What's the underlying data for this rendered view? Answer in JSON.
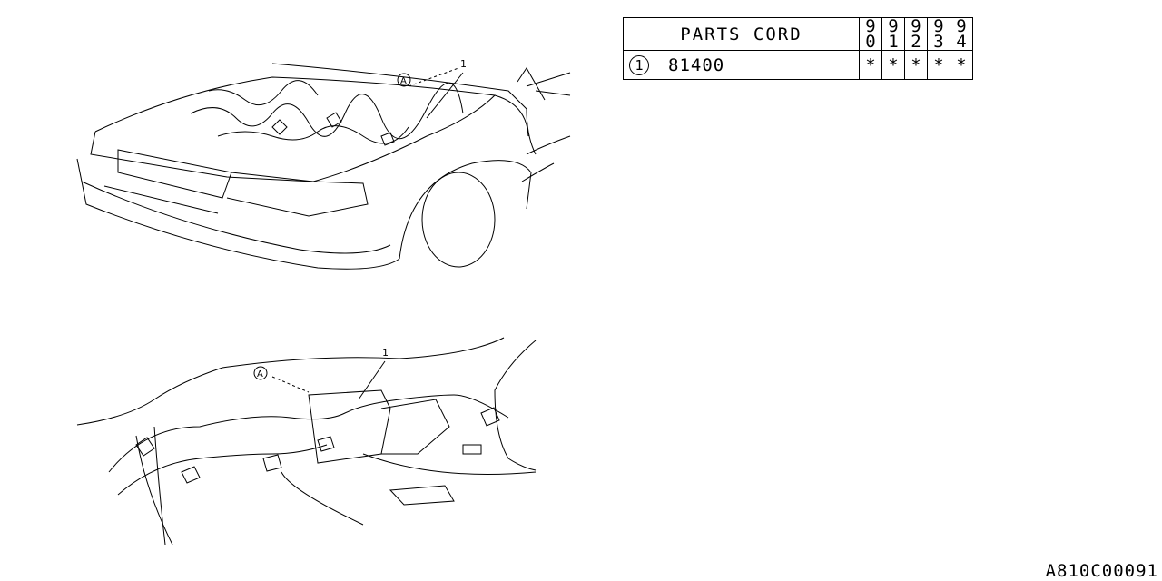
{
  "table": {
    "header": "PARTS CORD",
    "years": [
      [
        "9",
        "0"
      ],
      [
        "9",
        "1"
      ],
      [
        "9",
        "2"
      ],
      [
        "9",
        "3"
      ],
      [
        "9",
        "4"
      ]
    ],
    "rows": [
      {
        "ref": "1",
        "code": "81400",
        "marks": [
          "*",
          "*",
          "*",
          "*",
          "*"
        ]
      }
    ]
  },
  "callouts": {
    "part": "1",
    "view": "A"
  },
  "figure_code": "A810C00091"
}
